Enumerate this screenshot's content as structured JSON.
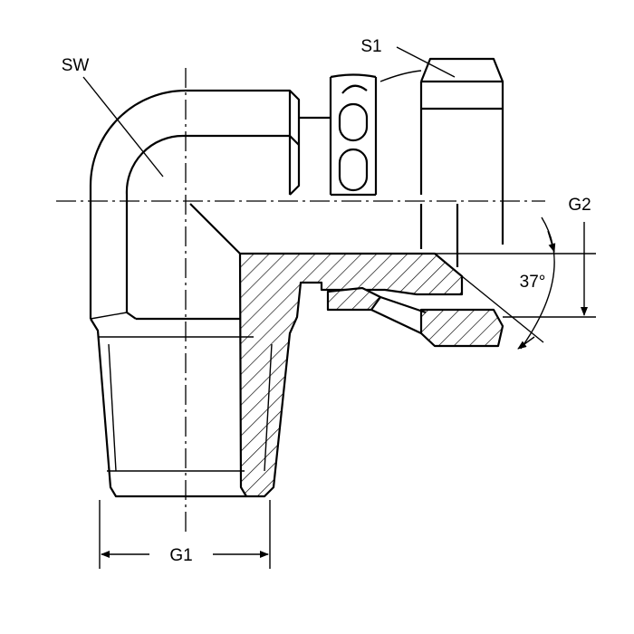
{
  "drawing": {
    "labels": {
      "sw": "SW",
      "s1": "S1",
      "g1": "G1",
      "g2": "G2",
      "angle": "37°"
    },
    "colors": {
      "line": "#000000",
      "background": "#ffffff"
    }
  }
}
